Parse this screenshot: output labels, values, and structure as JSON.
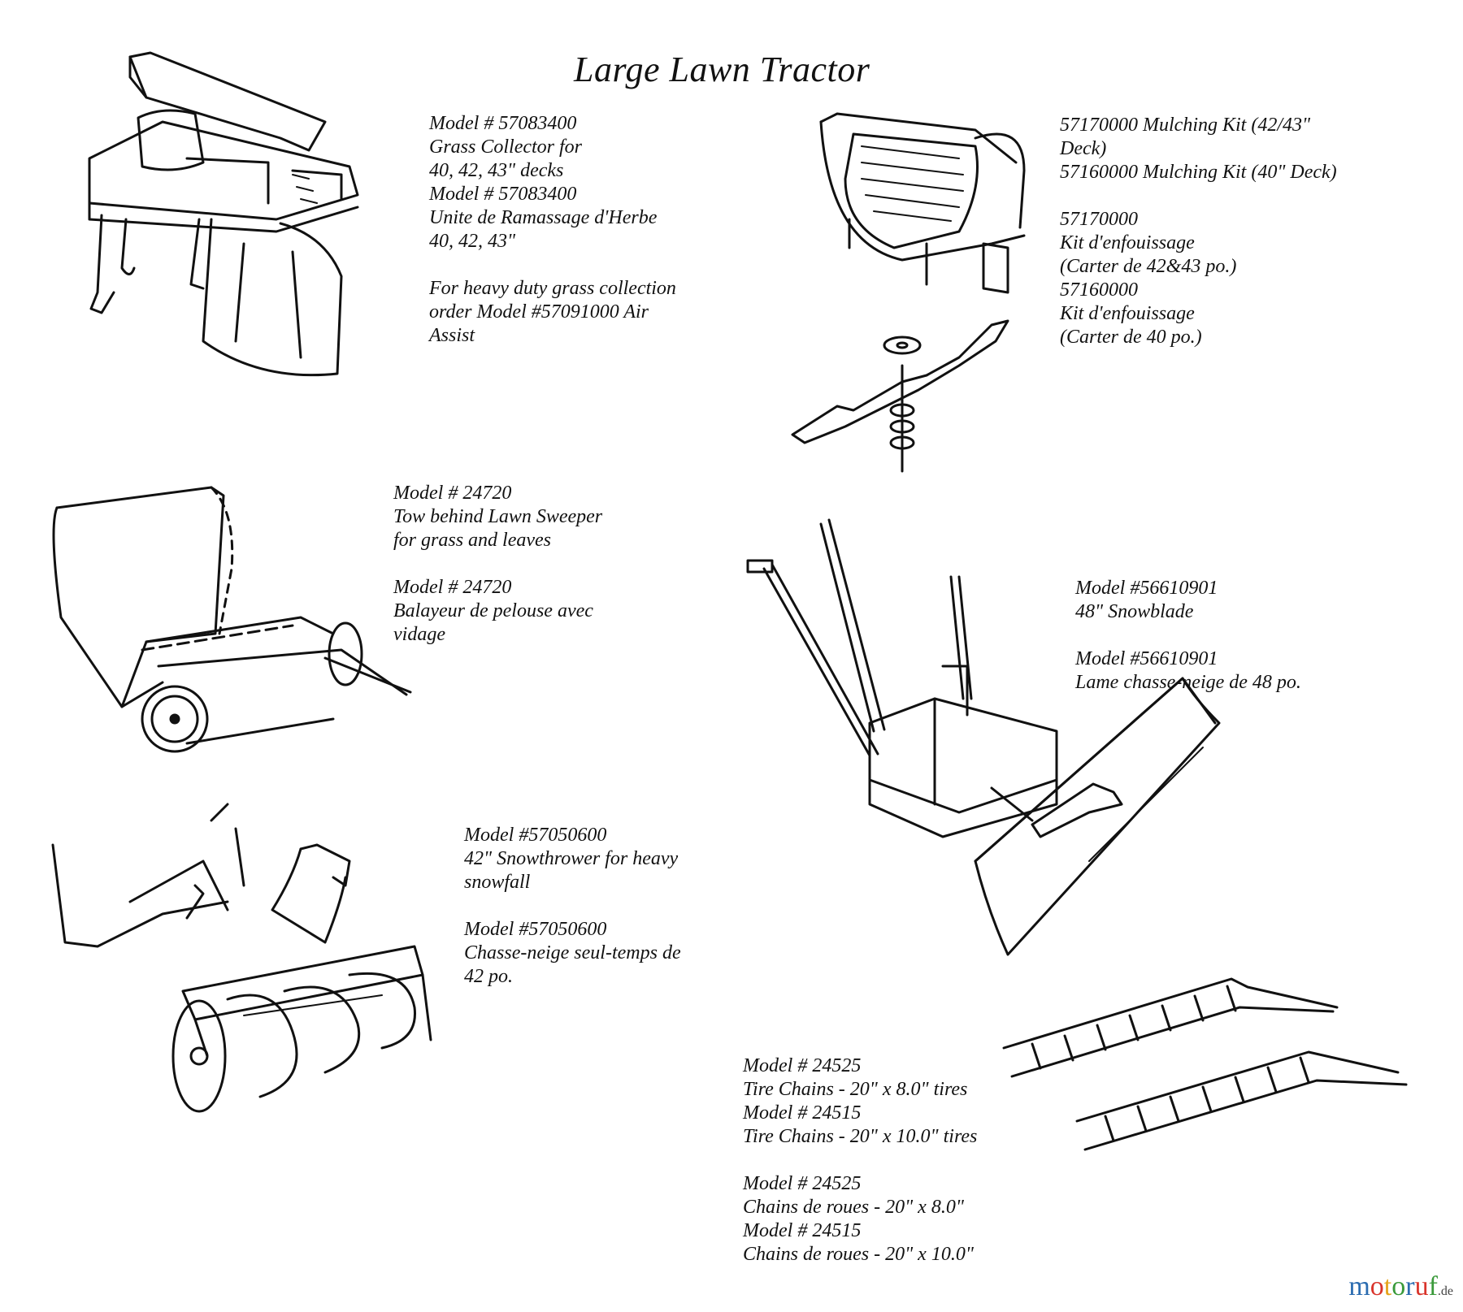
{
  "title": "Large Lawn Tractor",
  "grass_collector": {
    "lines": [
      "Model # 57083400",
      "Grass Collector for",
      "40, 42, 43\" decks",
      "Model # 57083400",
      "Unite de Ramassage d'Herbe",
      "40, 42, 43\""
    ],
    "note": [
      "For heavy duty grass collection",
      "order  Model  #57091000  Air",
      "Assist"
    ]
  },
  "mulching_kit": {
    "en": [
      "57170000 Mulching Kit (42/43\"",
      "Deck)",
      "57160000 Mulching Kit (40\" Deck)"
    ],
    "fr": [
      "57170000",
      "Kit d'enfouissage",
      "(Carter de 42&43 po.)",
      "57160000",
      "Kit d'enfouissage",
      "(Carter de 40 po.)"
    ]
  },
  "lawn_sweeper": {
    "en": [
      "Model # 24720",
      "Tow behind Lawn Sweeper",
      "for grass and leaves"
    ],
    "fr": [
      "Model # 24720",
      "Balayeur de pelouse avec",
      "vidage"
    ]
  },
  "snowblade": {
    "en": [
      "Model #56610901",
      "48\"  Snowblade"
    ],
    "fr": [
      "Model #56610901",
      "Lame chasse-neige de 48 po."
    ]
  },
  "snowthrower": {
    "en": [
      "Model #57050600",
      "42\"  Snowthrower for heavy",
      "snowfall"
    ],
    "fr": [
      "Model #57050600",
      "Chasse-neige seul-temps de",
      "42 po."
    ]
  },
  "tire_chains": {
    "en": [
      "Model # 24525",
      "Tire Chains - 20\" x 8.0\" tires",
      "Model # 24515",
      "Tire Chains - 20\" x 10.0\" tires"
    ],
    "fr": [
      "Model # 24525",
      "Chains de roues  - 20\" x 8.0\"",
      "Model # 24515",
      "Chains de roues  - 20\" x 10.0\""
    ]
  },
  "logo": {
    "letters": [
      "m",
      "o",
      "t",
      "o",
      "r",
      "u",
      "f"
    ],
    "colors": [
      "#2b6cb0",
      "#d9342b",
      "#e5a31a",
      "#3a9a3a",
      "#2b6cb0",
      "#d9342b",
      "#3a9a3a"
    ],
    "tld": ".de"
  }
}
